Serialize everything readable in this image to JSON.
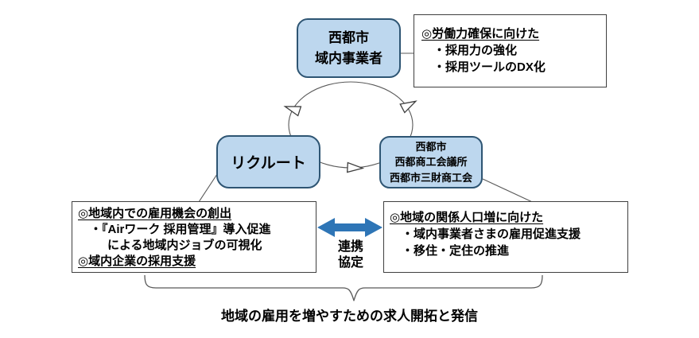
{
  "nodes": {
    "business": {
      "line1": "西都市",
      "line2": "域内事業者"
    },
    "recruit": {
      "label": "リクルート"
    },
    "city": {
      "line1": "西都市",
      "line2": "西都商工会議所",
      "line3": "西都市三財商工会"
    }
  },
  "notes": {
    "workforce": {
      "heading": "◎労働力確保に向けた",
      "bullet1": "・採用力の強化",
      "bullet2": "・採用ツールのDX化"
    },
    "recruit_side": {
      "heading1": "◎地域内での雇用機会の創出",
      "bullet1": "・『Airワーク 採用管理』導入促進",
      "bullet1_cont": "による地域内ジョブの可視化",
      "heading2": "◎域内企業の採用支援"
    },
    "city_side": {
      "heading": "◎地域の関係人口増に向けた",
      "bullet1": "・域内事業者さまの雇用促進支援",
      "bullet2": "・移住・定住の推進"
    }
  },
  "partnership": {
    "line1": "連携",
    "line2": "協定"
  },
  "caption": "地域の雇用を増やすための求人開拓と発信",
  "colors": {
    "node_fill": "#BDD7EE",
    "node_border": "#2E5573",
    "note_border": "#3F3F3F",
    "line": "#595959",
    "arrow_blue": "#2E75B6",
    "text": "#000000",
    "background": "#FFFFFF"
  }
}
